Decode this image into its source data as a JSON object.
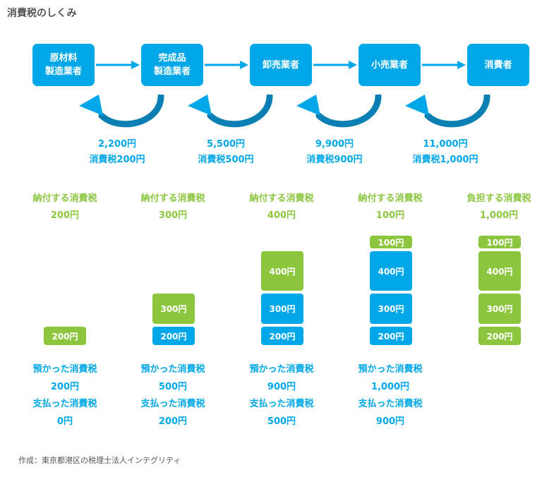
{
  "title": "消費税のしくみ",
  "nodes": [
    {
      "line1": "原材料",
      "line2": "製造業者"
    },
    {
      "line1": "完成品",
      "line2": "製造業者"
    },
    {
      "line1": "卸売業者",
      "line2": ""
    },
    {
      "line1": "小売業者",
      "line2": ""
    },
    {
      "line1": "消費者",
      "line2": ""
    }
  ],
  "payments": [
    {
      "price": "2,200円",
      "tax": "消費税200円"
    },
    {
      "price": "5,500円",
      "tax": "消費税500円"
    },
    {
      "price": "9,900円",
      "tax": "消費税900円"
    },
    {
      "price": "11,000円",
      "tax": "消費税1,000円"
    }
  ],
  "columns": [
    {
      "head_label": "納付する消費税",
      "head_amount": "200円",
      "blocks": [
        {
          "label": "200円",
          "color": "green"
        }
      ],
      "received_label": "預かった消費税",
      "received_amount": "200円",
      "paid_label": "支払った消費税",
      "paid_amount": "0円"
    },
    {
      "head_label": "納付する消費税",
      "head_amount": "300円",
      "blocks": [
        {
          "label": "200円",
          "color": "blue"
        },
        {
          "label": "300円",
          "color": "green"
        }
      ],
      "received_label": "預かった消費税",
      "received_amount": "500円",
      "paid_label": "支払った消費税",
      "paid_amount": "200円"
    },
    {
      "head_label": "納付する消費税",
      "head_amount": "400円",
      "blocks": [
        {
          "label": "200円",
          "color": "blue"
        },
        {
          "label": "300円",
          "color": "blue"
        },
        {
          "label": "400円",
          "color": "green"
        }
      ],
      "received_label": "預かった消費税",
      "received_amount": "900円",
      "paid_label": "支払った消費税",
      "paid_amount": "500円"
    },
    {
      "head_label": "納付する消費税",
      "head_amount": "100円",
      "blocks": [
        {
          "label": "200円",
          "color": "blue"
        },
        {
          "label": "300円",
          "color": "blue"
        },
        {
          "label": "400円",
          "color": "blue"
        },
        {
          "label": "100円",
          "color": "green"
        }
      ],
      "received_label": "預かった消費税",
      "received_amount": "1,000円",
      "paid_label": "支払った消費税",
      "paid_amount": "900円"
    },
    {
      "head_label": "負担する消費税",
      "head_amount": "1,000円",
      "blocks": [
        {
          "label": "200円",
          "color": "green"
        },
        {
          "label": "300円",
          "color": "green"
        },
        {
          "label": "400円",
          "color": "green"
        },
        {
          "label": "100円",
          "color": "green"
        }
      ]
    }
  ],
  "credit": "作成：東京都港区の税理士法人インテグリティ",
  "colors": {
    "blue": "#00a7e8",
    "green": "#8cc63f",
    "dark_blue": "#0a7fb3"
  }
}
